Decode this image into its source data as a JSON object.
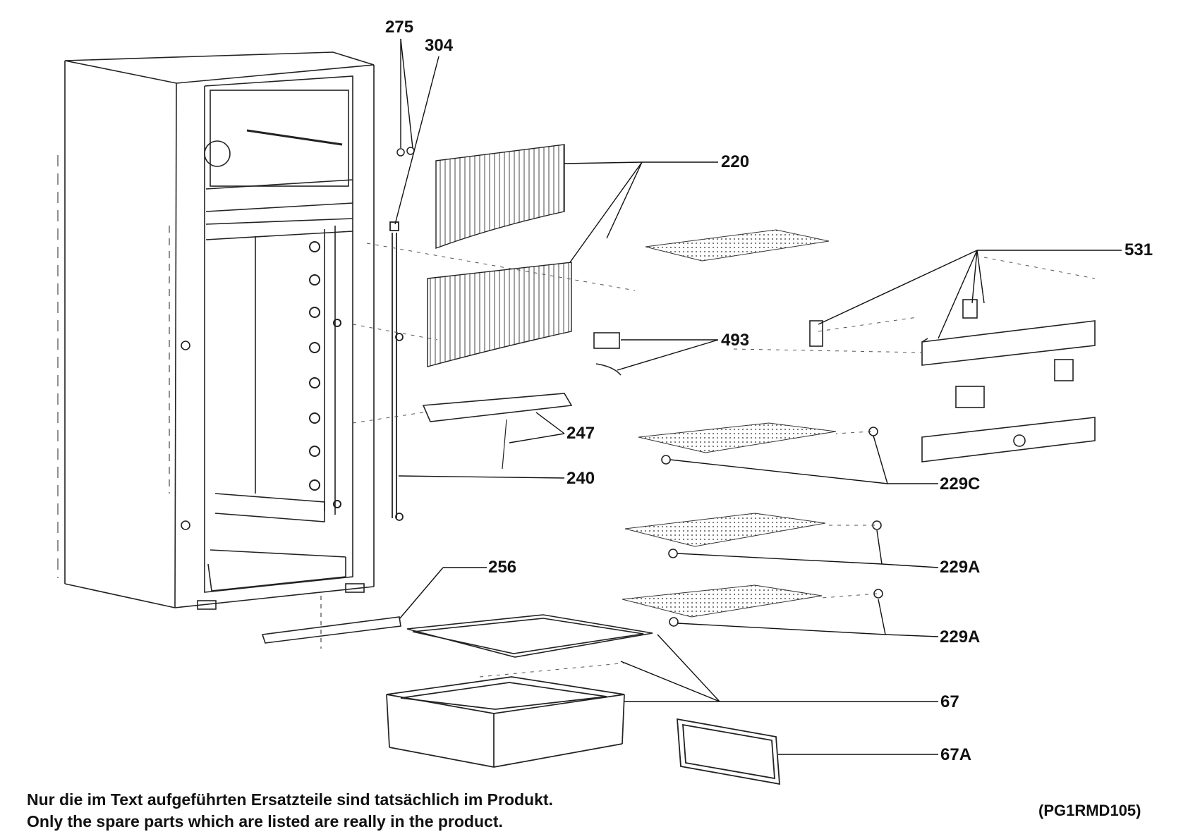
{
  "part_labels": {
    "p275": "275",
    "p304": "304",
    "p220": "220",
    "p531": "531",
    "p493": "493",
    "p247": "247",
    "p240": "240",
    "p229c": "229C",
    "p229a_upper": "229A",
    "p229a_lower": "229A",
    "p256": "256",
    "p67": "67",
    "p67a": "67A"
  },
  "footer": {
    "note_de": "Nur die im Text aufgeführten Ersatzteile sind tatsächlich im Produkt.",
    "note_en": "Only the spare parts which are listed are really in the product.",
    "drawing_code": "(PG1RMD105)"
  },
  "colors": {
    "ink": "#111111",
    "paper": "#ffffff"
  }
}
